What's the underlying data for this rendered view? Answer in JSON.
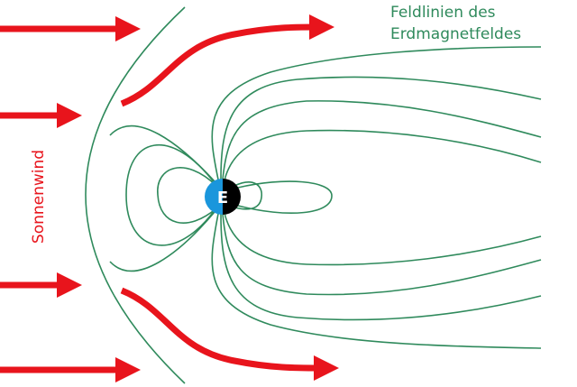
{
  "label_fieldlines": [
    "Feldlinien des",
    "Erdmagnetfeldes"
  ],
  "label_solarwind": "Sonnenwind",
  "earth_label": "E",
  "colors": {
    "field": "#2f8a5c",
    "wind": "#e8141c",
    "earth_day": "#1a96dc",
    "earth_night": "#000000"
  }
}
